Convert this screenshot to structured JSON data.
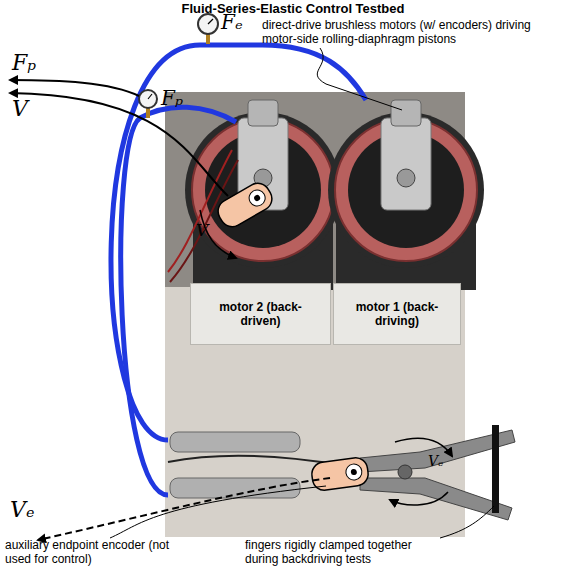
{
  "diagram": {
    "title": "Fluid-Series-Elastic Control Testbed",
    "nodes": [
      {
        "text": [
          "motor 2 (back-driven)"
        ]
      },
      {
        "text": [
          "motor 1 (back-driving)"
        ]
      }
    ],
    "labels": [
      "Fₑ",
      "Fₚ",
      "Fₚ",
      "V",
      "direct-drive brushless motors (w/ encoders) driving motor-side rolling-diaphragm pistons",
      "V",
      "Vₑ",
      "Vₑ",
      "auxiliary endpoint encoder (not used for control)",
      "fingers rigidly clamped together during backdriving tests"
    ]
  }
}
